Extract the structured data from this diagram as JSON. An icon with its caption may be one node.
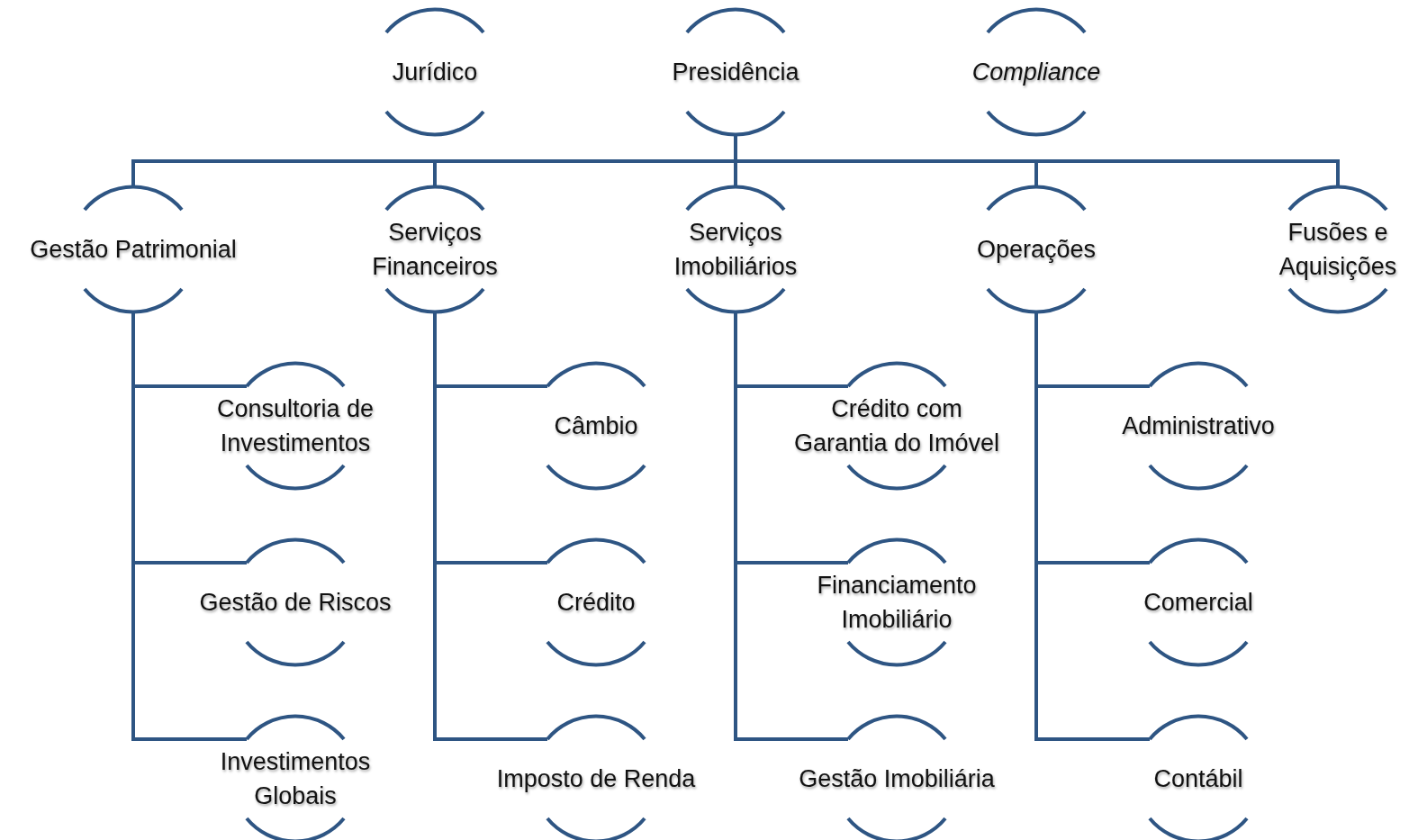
{
  "diagram": {
    "nodes": [
      {
        "text": [
          "Jurídico"
        ]
      },
      {
        "text": [
          "Presidência"
        ]
      },
      {
        "text": [
          "Compliance"
        ]
      },
      {
        "text": [
          "Gestão Patrimonial"
        ]
      },
      {
        "text": [
          "Serviços Financeiros"
        ]
      },
      {
        "text": [
          "Serviços Imobiliários"
        ]
      },
      {
        "text": [
          "Operações"
        ]
      },
      {
        "text": [
          "Fusões e Aquisições"
        ]
      },
      {
        "text": [
          "Consultoria de Investimentos"
        ]
      },
      {
        "text": [
          "Gestão de Riscos"
        ]
      },
      {
        "text": [
          "Investimentos Globais"
        ]
      },
      {
        "text": [
          "Câmbio"
        ]
      },
      {
        "text": [
          "Crédito"
        ]
      },
      {
        "text": [
          "Imposto de Renda"
        ]
      },
      {
        "text": [
          "Crédito com Garantia do Imóvel"
        ]
      },
      {
        "text": [
          "Financiamento Imobiliário"
        ]
      },
      {
        "text": [
          "Gestão Imobiliária"
        ]
      },
      {
        "text": [
          "Administrativo"
        ]
      },
      {
        "text": [
          "Comercial"
        ]
      },
      {
        "text": [
          "Contábil"
        ]
      }
    ],
    "edges": [
      {
        "from": 1,
        "to": 3,
        "arrow": "none"
      },
      {
        "from": 1,
        "to": 4,
        "arrow": "none"
      },
      {
        "from": 1,
        "to": 5,
        "arrow": "none"
      },
      {
        "from": 1,
        "to": 6,
        "arrow": "none"
      },
      {
        "from": 1,
        "to": 7,
        "arrow": "none"
      },
      {
        "from": 3,
        "to": 8,
        "arrow": "none"
      },
      {
        "from": 3,
        "to": 9,
        "arrow": "none"
      },
      {
        "from": 3,
        "to": 10,
        "arrow": "none"
      },
      {
        "from": 4,
        "to": 11,
        "arrow": "none"
      },
      {
        "from": 4,
        "to": 12,
        "arrow": "none"
      },
      {
        "from": 4,
        "to": 13,
        "arrow": "none"
      },
      {
        "from": 5,
        "to": 14,
        "arrow": "none"
      },
      {
        "from": 5,
        "to": 15,
        "arrow": "none"
      },
      {
        "from": 5,
        "to": 16,
        "arrow": "none"
      },
      {
        "from": 6,
        "to": 17,
        "arrow": "none"
      },
      {
        "from": 6,
        "to": 18,
        "arrow": "none"
      },
      {
        "from": 6,
        "to": 19,
        "arrow": "none"
      }
    ]
  }
}
